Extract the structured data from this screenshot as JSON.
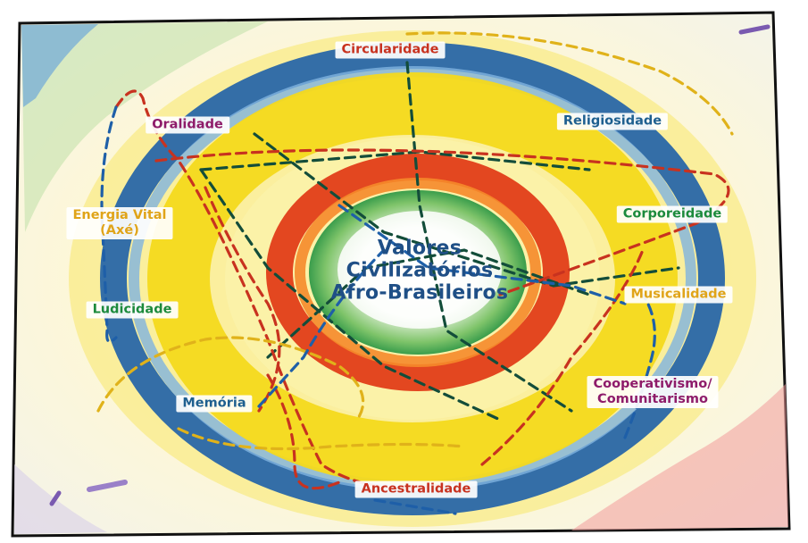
{
  "diagram": {
    "center_lines": [
      "Valores",
      "Civilizatórios",
      "Afro-Brasileiros"
    ],
    "values": [
      {
        "id": "circularidade",
        "lines": [
          "Circularidade"
        ],
        "color": "#c8321f"
      },
      {
        "id": "religiosidade",
        "lines": [
          "Religiosidade"
        ],
        "color": "#1e5f8f"
      },
      {
        "id": "corporeidade",
        "lines": [
          "Corporeidade"
        ],
        "color": "#1c8a3c"
      },
      {
        "id": "musicalidade",
        "lines": [
          "Musicalidade"
        ],
        "color": "#e0a419"
      },
      {
        "id": "cooperativismo",
        "lines": [
          "Cooperativismo/",
          "Comunitarismo"
        ],
        "color": "#8e1c6a"
      },
      {
        "id": "ancestralidade",
        "lines": [
          "Ancestralidade"
        ],
        "color": "#c8321f"
      },
      {
        "id": "memoria",
        "lines": [
          "Memória"
        ],
        "color": "#1e5f8f"
      },
      {
        "id": "ludicidade",
        "lines": [
          "Ludicidade"
        ],
        "color": "#1c8a3c"
      },
      {
        "id": "energia-vital",
        "lines": [
          "Energia Vital",
          "(Axé)"
        ],
        "color": "#e0a419"
      },
      {
        "id": "oralidade",
        "lines": [
          "Oralidade"
        ],
        "color": "#8e1c6a"
      }
    ],
    "ring_colors": [
      "#1e5fa8",
      "#f2d21a",
      "#e23d18",
      "#2fa34a"
    ]
  }
}
